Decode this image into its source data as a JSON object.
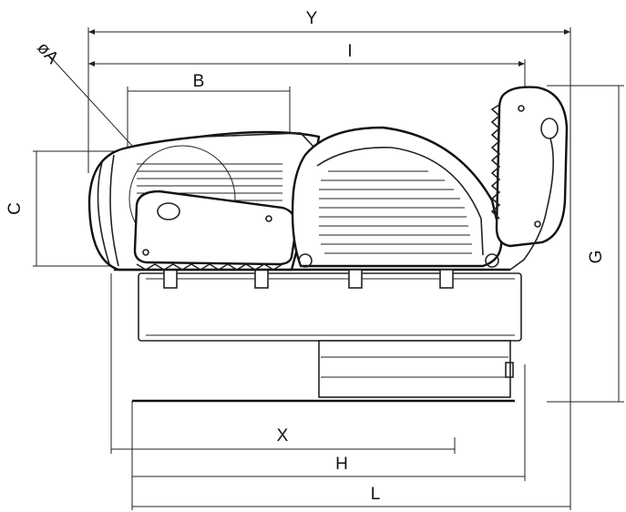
{
  "dimensions": {
    "Y": "Y",
    "I": "I",
    "A": "øA",
    "B": "B",
    "C": "C",
    "G": "G",
    "X": "X",
    "H": "H",
    "L": "L"
  }
}
